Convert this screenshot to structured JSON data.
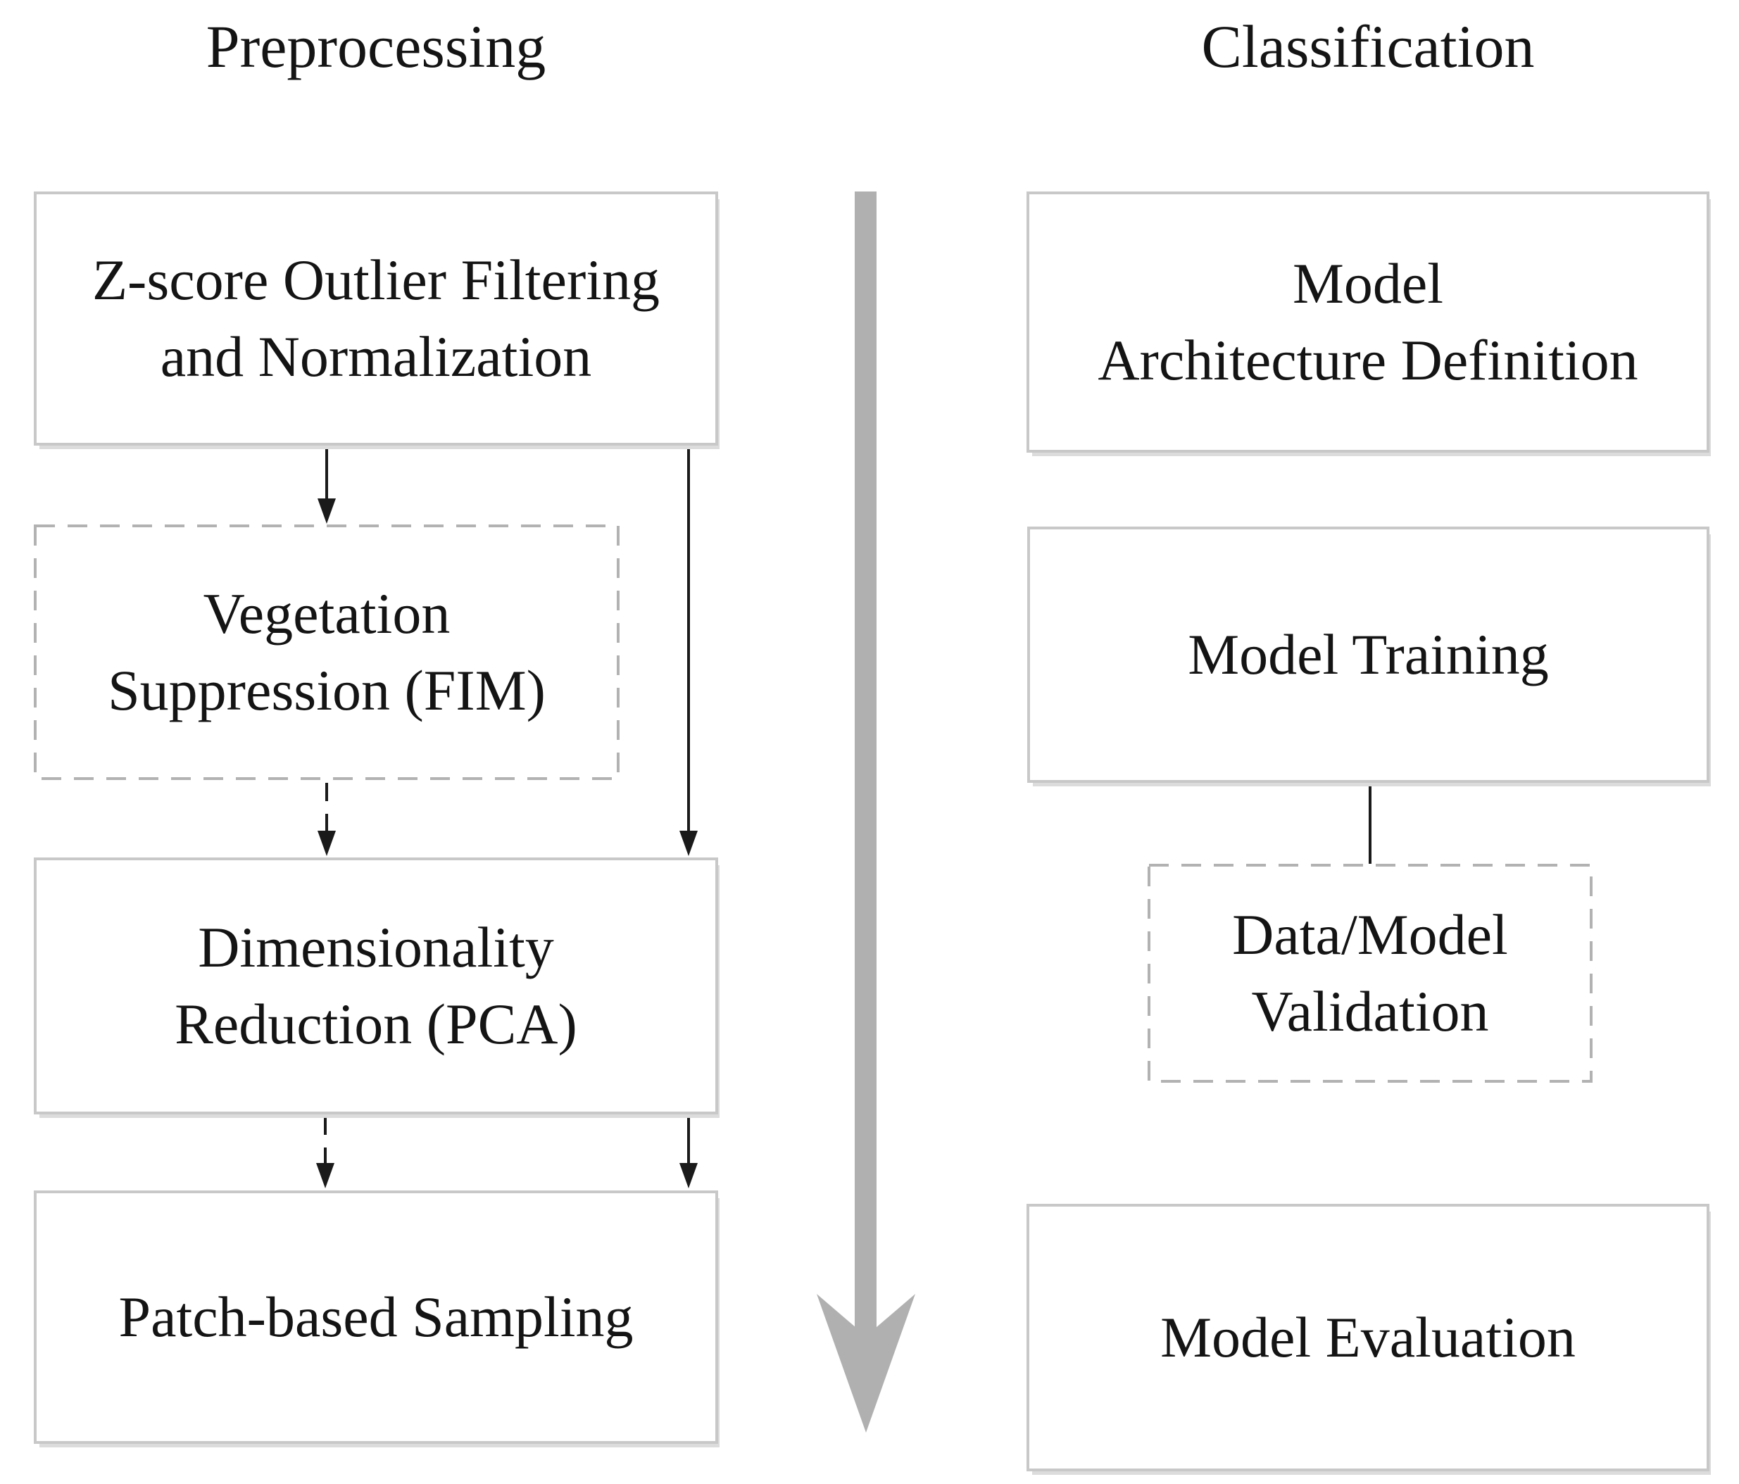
{
  "columns": {
    "preprocessing": {
      "title": "Preprocessing",
      "boxes": [
        {
          "label_lines": [
            "Z-score Outlier Filtering",
            "and Normalization"
          ],
          "style": "solid"
        },
        {
          "label_lines": [
            "Vegetation",
            "Suppression (FIM)"
          ],
          "style": "dashed"
        },
        {
          "label_lines": [
            "Dimensionality",
            "Reduction (PCA)"
          ],
          "style": "solid"
        },
        {
          "label_lines": [
            "Patch-based Sampling"
          ],
          "style": "solid"
        }
      ]
    },
    "classification": {
      "title": "Classification",
      "boxes": [
        {
          "label_lines": [
            "Model",
            "Architecture Definition"
          ],
          "style": "solid"
        },
        {
          "label_lines": [
            "Model Training"
          ],
          "style": "solid"
        },
        {
          "label_lines": [
            "Data/Model",
            "Validation"
          ],
          "style": "dashed"
        },
        {
          "label_lines": [
            "Model Evaluation"
          ],
          "style": "solid"
        }
      ]
    }
  },
  "connectors": {
    "zscore_to_vegetation": "solid-arrow",
    "zscore_to_pca_bypass": "solid-arrow",
    "vegetation_to_pca": "dashed-arrow",
    "pca_to_patch": "dashed-arrow",
    "pca_to_patch_bypass": "solid-arrow",
    "training_to_validation": "solid-line"
  },
  "colors": {
    "background": "#ffffff",
    "text": "#141414",
    "solid_box_border": "#c8c8c8",
    "box_shadow": "#dcdcdc",
    "dashed_box_border": "#b2b2b2",
    "connector": "#1a1a1a",
    "flow_arrow": "#b0b0b0"
  }
}
